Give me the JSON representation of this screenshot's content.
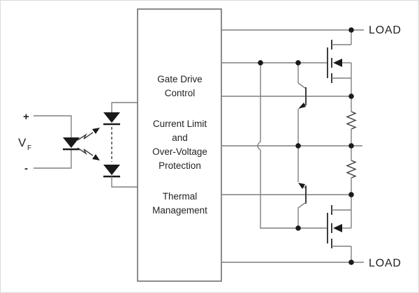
{
  "figure": {
    "type": "solid-state-relay-block-diagram"
  },
  "colors": {
    "background": "#ffffff",
    "canvas_border": "#d9d9d9",
    "wire": "#7d7f82",
    "device": "#3b3c3e",
    "fill": "#1a1a1b",
    "block_border": "#6d6e71",
    "text": "#231f20"
  },
  "input_side": {
    "plus_label": "+",
    "minus_label": "-",
    "voltage_label": "V",
    "voltage_subscript": "F"
  },
  "control_block": {
    "sections": [
      {
        "label": "Gate Drive\nControl"
      },
      {
        "label": "Current Limit\nand\nOver-Voltage\nProtection"
      },
      {
        "label": "Thermal\nManagement"
      }
    ]
  },
  "output_side": {
    "load_top_label": "LOAD",
    "load_bottom_label": "LOAD"
  }
}
